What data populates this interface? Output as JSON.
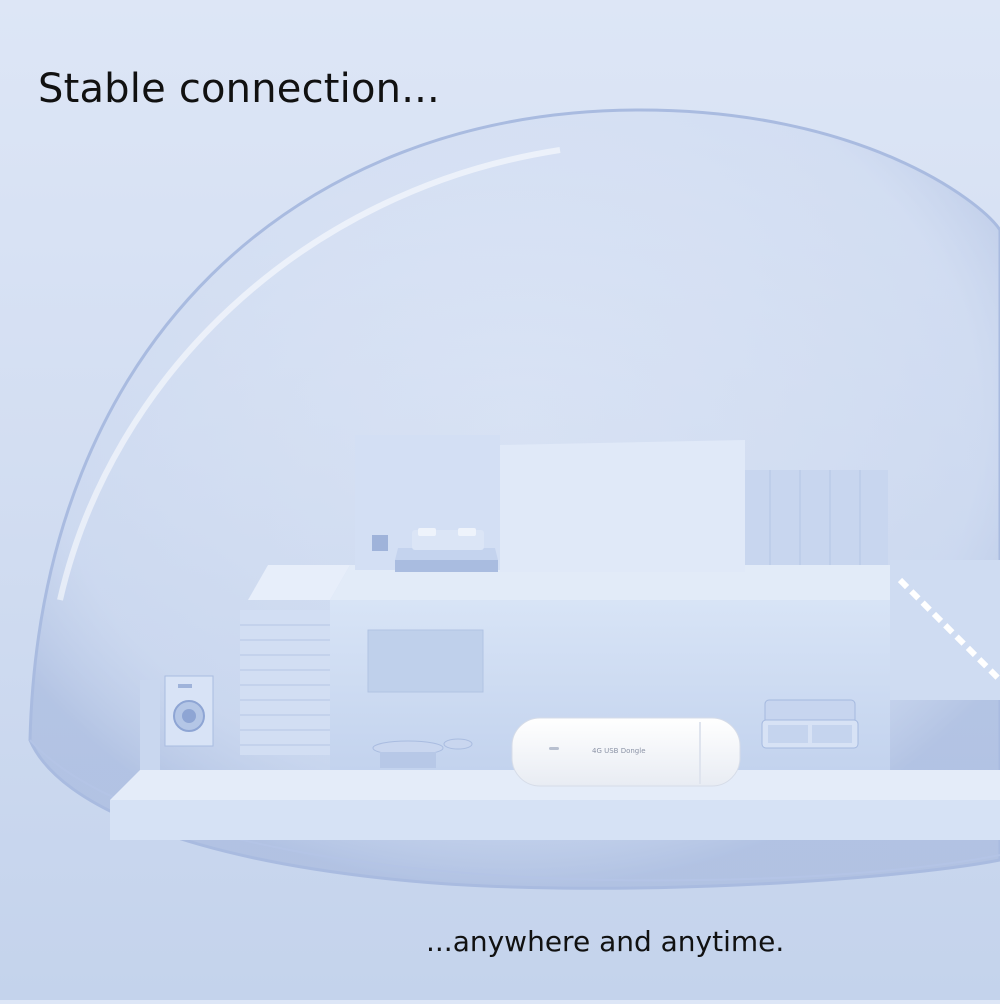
{
  "headline": "Stable connection...",
  "tagline": "...anywhere and anytime.",
  "product": {
    "label": "4G USB Dongle"
  },
  "colors": {
    "background": "#d3def2",
    "house": "#c9d8f0",
    "text": "#111111"
  }
}
